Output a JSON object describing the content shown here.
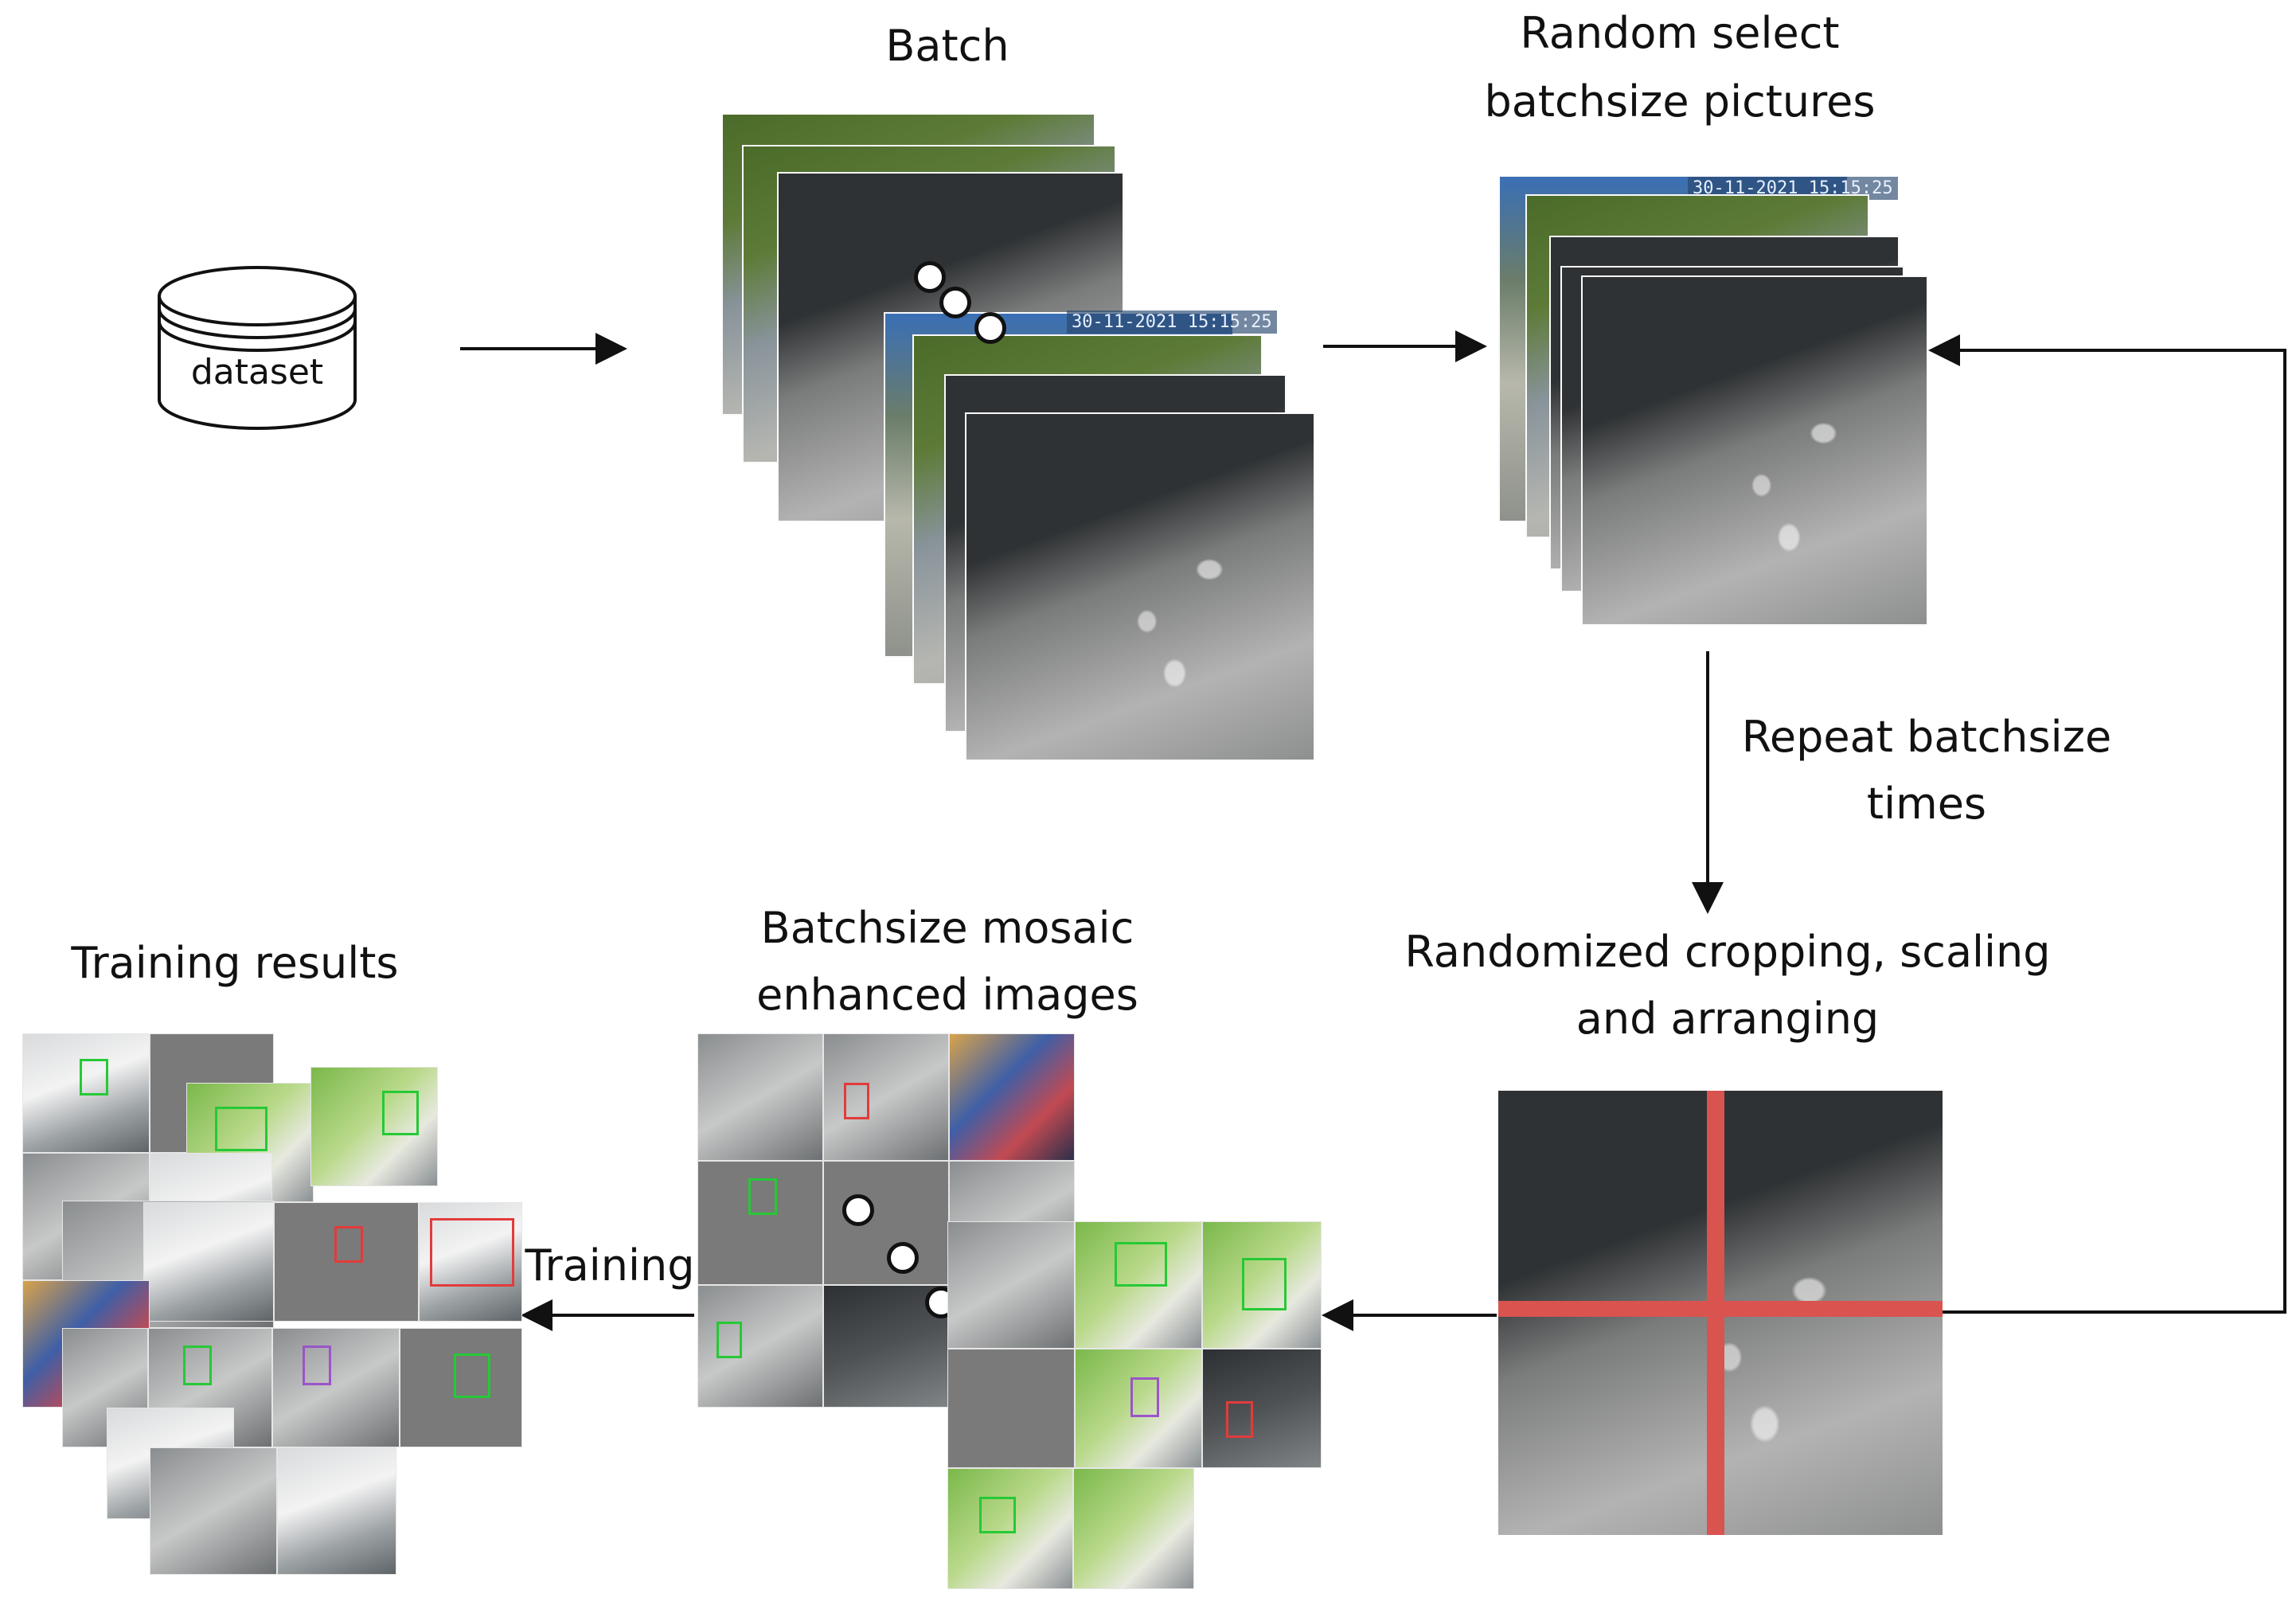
{
  "labels": {
    "batch": "Batch",
    "random_select_line1": "Random select",
    "random_select_line2": "batchsize pictures",
    "dataset": "dataset",
    "repeat_line1": "Repeat batchsize",
    "repeat_line2": "times",
    "randomized_line1": "Randomized cropping, scaling",
    "randomized_line2": "and arranging",
    "mosaic_line1": "Batchsize mosaic",
    "mosaic_line2": "enhanced images",
    "training_results": "Training results",
    "training": "Training"
  },
  "timestamps": {
    "batch_frame": "30-11-2021 15:15:25",
    "random_frame": "30-11-2021 15:15:25"
  },
  "colors": {
    "arrow": "#111111",
    "crop_cross": "#d9534f",
    "detection_box": "#26c936",
    "background": "#ffffff"
  }
}
